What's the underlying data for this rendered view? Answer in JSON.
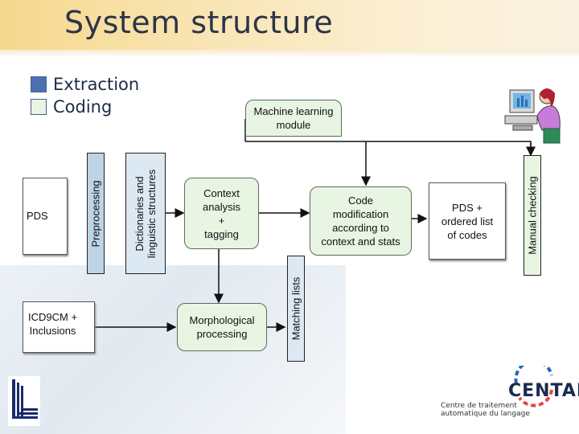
{
  "title": "System structure",
  "legend": [
    {
      "label": "Extraction",
      "color": "#4a72b0"
    },
    {
      "label": "Coding",
      "color": "#e8f5e3"
    }
  ],
  "nodes": {
    "machine_learning": "Machine learning module",
    "pds_input": "PDS",
    "preprocessing": "Preprocessing",
    "dictionaries": [
      "Dictionaries and",
      "linguistic structures"
    ],
    "context_analysis": [
      "Context",
      "analysis",
      "+",
      "tagging"
    ],
    "code_modification": [
      "Code",
      "modification",
      "according to",
      "context and stats"
    ],
    "pds_output": [
      "PDS +",
      "ordered list",
      "of codes"
    ],
    "manual_checking": "Manual checking",
    "icd9cm": [
      "ICD9CM +",
      "Inclusions"
    ],
    "morphological": [
      "Morphological",
      "processing"
    ],
    "matching_lists": "Matching lists"
  },
  "colors": {
    "extraction": "#4a72b0",
    "coding": "#e8f5e3",
    "preprocessing_fill": "#bcd4e6",
    "dictionaries_fill": "#dce9f3",
    "matching_fill": "#dce9f3",
    "manual_fill": "#e8f5e3"
  },
  "logos": {
    "cental_name": "CENTAL",
    "cental_sub": [
      "Centre de traitement",
      "automatique du langage"
    ]
  }
}
